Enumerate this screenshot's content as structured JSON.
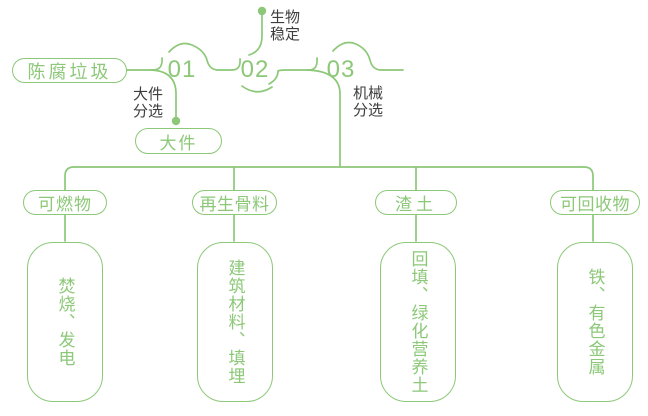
{
  "colors": {
    "green": "#8cc878",
    "dark_text": "#3d3d3d"
  },
  "source": {
    "label": "陈腐垃圾"
  },
  "steps": [
    {
      "number": "01",
      "process": "大件分选",
      "output": "大件"
    },
    {
      "number": "02",
      "process": "生物稳定"
    },
    {
      "number": "03",
      "process": "机械分选"
    }
  ],
  "outputs": [
    {
      "category": "可燃物",
      "destination": "焚烧、发电"
    },
    {
      "category": "再生骨料",
      "destination": "建筑材料、填埋"
    },
    {
      "category": "渣土",
      "destination": "回填、绿化营养土"
    },
    {
      "category": "可回收物",
      "destination": "铁、有色金属"
    }
  ]
}
